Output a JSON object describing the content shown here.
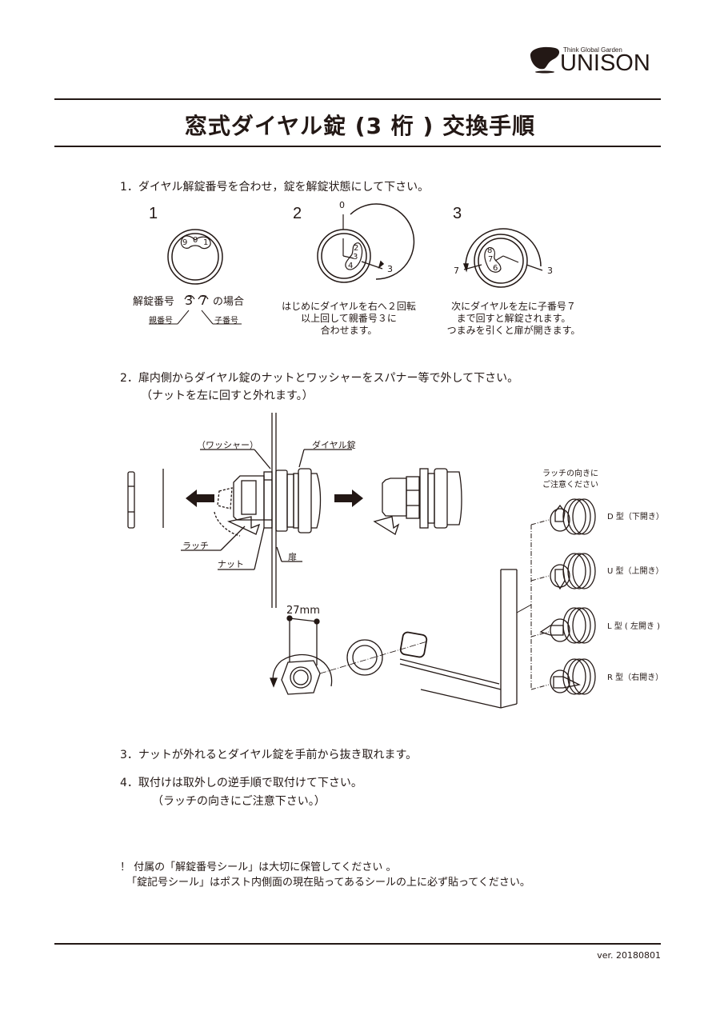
{
  "header": {
    "brand_tagline": "Think Global Garden",
    "brand_name": "UNISON",
    "title": "窓式ダイヤル錠 (3 桁 ) 交換手順"
  },
  "step1": {
    "text": "1．ダイヤル解錠番号を合わせ，錠を解錠状態にして下さい。",
    "panels": [
      {
        "number": "1",
        "dial_digits": [
          "9",
          "0",
          "1"
        ],
        "caption_prefix": "解錠番号",
        "code_parent": "3",
        "code_child": "7",
        "caption_suffix": "の場合",
        "label_parent": "親番号",
        "label_child": "子番号"
      },
      {
        "number": "2",
        "top_mark": "0",
        "dial_digits": [
          "2",
          "3",
          "4"
        ],
        "pointer_mark": "3",
        "caption_lines": [
          "はじめにダイヤルを右へ２回転",
          "以上回して親番号３に",
          "合わせます。"
        ]
      },
      {
        "number": "3",
        "dial_digits": [
          "8",
          "7",
          "6"
        ],
        "left_mark": "7",
        "right_mark": "3",
        "caption_lines": [
          "次にダイヤルを左に子番号７",
          "まで回すと解錠されます。",
          "つまみを引くと扉が開きます。"
        ]
      }
    ]
  },
  "step2": {
    "text": "2．扉内側からダイヤル錠のナットとワッシャーをスパナー等で外して下さい。",
    "note": "（ナットを左に回すと外れます。）",
    "labels": {
      "washer": "（ワッシャー）",
      "dial_lock": "ダイヤル錠",
      "latch": "ラッチ",
      "nut": "ナット",
      "door": "扉",
      "wrench_size": "27mm"
    },
    "latch_note": [
      "ラッチの向きに",
      "ご注意ください"
    ],
    "latch_types": [
      {
        "code": "D",
        "label": "D 型（下開き）"
      },
      {
        "code": "U",
        "label": "U 型（上開き）"
      },
      {
        "code": "L",
        "label": "L 型 ( 左開き )"
      },
      {
        "code": "R",
        "label": "R 型（右開き）"
      }
    ]
  },
  "step3": {
    "text": "3．ナットが外れるとダイヤル錠を手前から抜き取れます。"
  },
  "step4": {
    "text": "4．取付けは取外しの逆手順で取付けて下さい。",
    "note": "（ラッチの向きにご注意下さい。）"
  },
  "notice": {
    "line1": "！ 付属の「解錠番号シール」は大切に保管してください 。",
    "line2": "「錠記号シール」はポスト内側面の現在貼ってあるシールの上に必ず貼ってください。"
  },
  "footer": {
    "version": "ver. 20180801"
  }
}
